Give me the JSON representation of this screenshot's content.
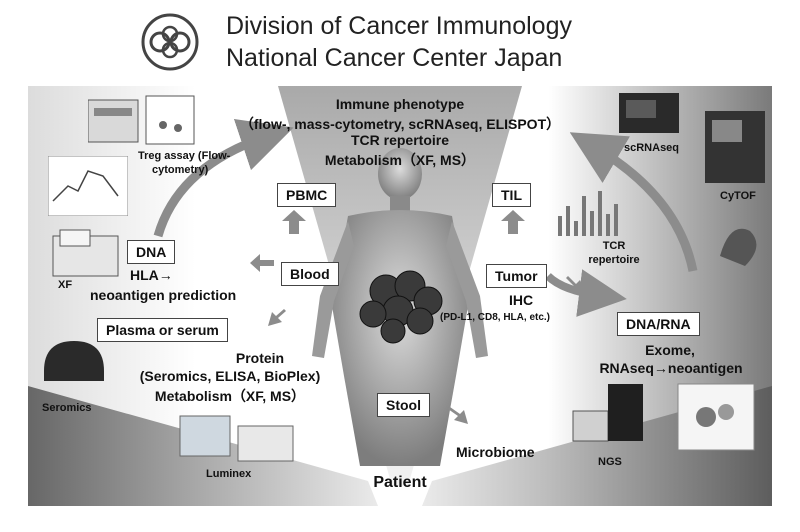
{
  "header": {
    "title_line1": "Division of Cancer Immunology",
    "title_line2": "National Cancer Center Japan"
  },
  "top_center": {
    "line1": "Immune phenotype",
    "line2": "（flow-, mass-cytometry, scRNAseq, ELISPOT）",
    "line3": "TCR repertoire",
    "line4": "Metabolism（XF, MS）"
  },
  "boxes": {
    "pbmc": "PBMC",
    "til": "TIL",
    "dna_left": "DNA",
    "blood": "Blood",
    "tumor": "Tumor",
    "plasma": "Plasma or serum",
    "dna_rna": "DNA/RNA",
    "stool": "Stool"
  },
  "labels": {
    "hla": "HLA→",
    "neoantigen": "neoantigen prediction",
    "ihc": "IHC",
    "ihc_detail": "(PD-L1, CD8, HLA, etc.)",
    "protein": "Protein",
    "protein_detail": "(Seromics, ELISA, BioPlex)",
    "metabolism2": "Metabolism（XF, MS）",
    "exome": "Exome,",
    "rnaseq": "RNAseq→neoantigen",
    "microbiome": "Microbiome",
    "patient": "Patient"
  },
  "captions": {
    "treg": "Treg assay (Flow-",
    "treg2": "cytometry)",
    "xf": "XF",
    "scrnaseq": "scRNAseq",
    "cytof": "CyTOF",
    "tcr1": "TCR",
    "tcr2": "repertoire",
    "seromics": "Seromics",
    "luminex": "Luminex",
    "ngs": "NGS"
  },
  "colors": {
    "arrow": "#8c8c8c",
    "background_dark": "#6f6f6f",
    "background_light": "#f2f2f2"
  }
}
